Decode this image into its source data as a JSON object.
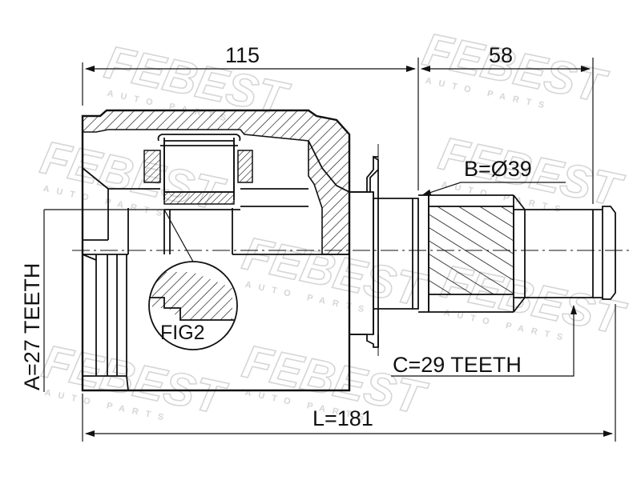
{
  "labels": {
    "overall_length_top": "115",
    "shaft_length": "58",
    "shaft_diameter": "B=Ø39",
    "teeth_a": "A=27 TEETH",
    "teeth_c": "C=29 TEETH",
    "total_length": "L=181",
    "detail_figure": "FIG2"
  },
  "watermark": {
    "brand": "FEBEST",
    "subtitle": "AUTO PARTS",
    "color": "#c8c8c8"
  },
  "colors": {
    "line": "#111111",
    "background": "#ffffff"
  }
}
